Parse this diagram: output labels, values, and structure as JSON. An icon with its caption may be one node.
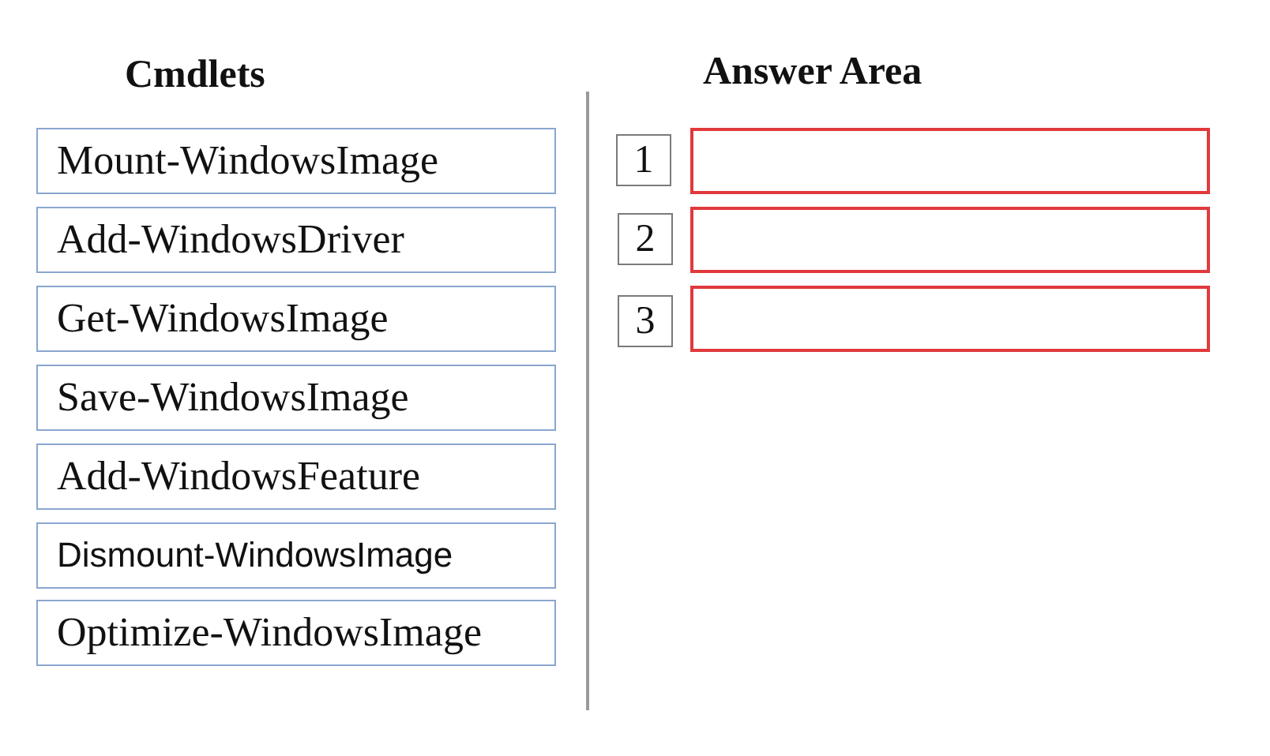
{
  "diagram": {
    "nodes": [
      {
        "text": [
          "Mount-WindowsImage"
        ]
      },
      {
        "text": [
          "Add-WindowsDriver"
        ]
      },
      {
        "text": [
          "Get-WindowsImage"
        ]
      },
      {
        "text": [
          "Save-WindowsImage"
        ]
      },
      {
        "text": [
          "Add-WindowsFeature"
        ]
      },
      {
        "text": [
          "Dismount-WindowsImage"
        ]
      },
      {
        "text": [
          "Optimize-WindowsImage"
        ]
      },
      {
        "text": [
          "1"
        ]
      },
      {
        "text": [],
        "shape": "box"
      },
      {
        "text": [
          "2"
        ]
      },
      {
        "text": [],
        "shape": "box"
      },
      {
        "text": [
          "3"
        ]
      },
      {
        "text": [],
        "shape": "box"
      }
    ],
    "labels": [
      "Cmdlets",
      "Answer Area"
    ]
  }
}
